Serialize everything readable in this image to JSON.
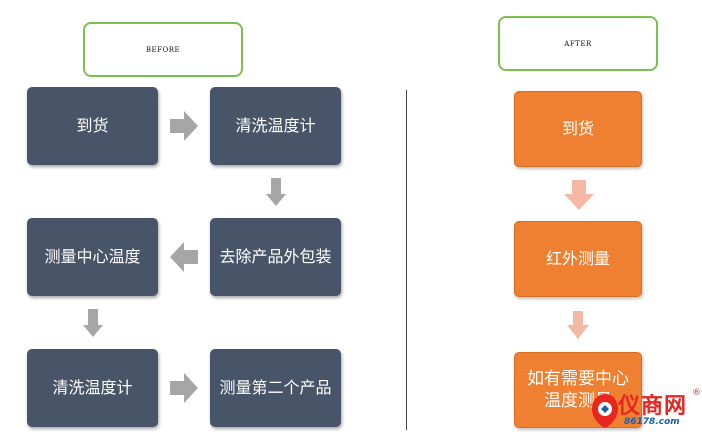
{
  "before": {
    "header": "BEFORE",
    "steps": [
      {
        "label": "到货"
      },
      {
        "label": "清洗温度计"
      },
      {
        "label": "去除产品外包装"
      },
      {
        "label": "测量中心温度"
      },
      {
        "label": "清洗温度计"
      },
      {
        "label": "测量第二个产品"
      }
    ]
  },
  "after": {
    "header": "AFTER",
    "steps": [
      {
        "label": "到货"
      },
      {
        "label": "红外测量"
      },
      {
        "label": "如有需要中心温度测量"
      }
    ]
  },
  "watermark": {
    "brand": "仪商网",
    "url": "86178.com"
  },
  "colors": {
    "before_box": "#485569",
    "after_box": "#ef7f31",
    "before_arrow": "#a6a6a6",
    "after_arrow": "#f4b8a5",
    "header_border": "#7cc04f"
  }
}
